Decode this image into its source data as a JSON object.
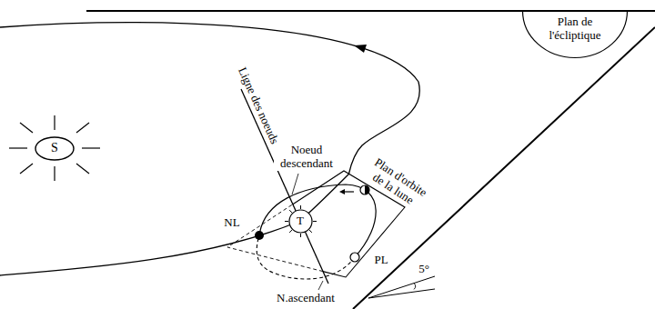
{
  "diagram": {
    "nodes": [
      {
        "text": [
          "Plan de l'écliptique"
        ]
      },
      {
        "text": [
          "S"
        ]
      },
      {
        "text": [
          "T"
        ]
      }
    ],
    "labels": [
      "Ligne des noeuds",
      "Noeud descendant",
      "Plan d'orbite de la lune",
      "NL",
      "PL",
      "5°",
      "N.ascendant"
    ]
  }
}
